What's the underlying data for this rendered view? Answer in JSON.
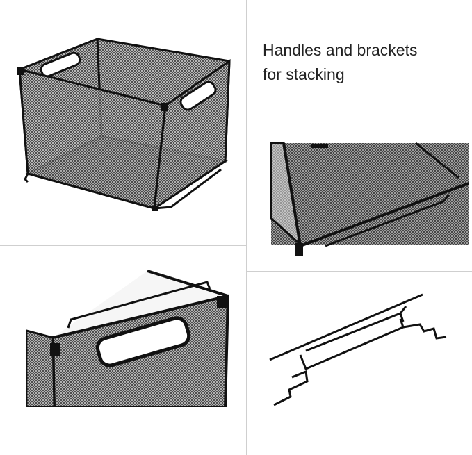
{
  "caption": {
    "line1": "Handles and brackets",
    "line2": "for stacking"
  },
  "colors": {
    "metal": "#111111",
    "mesh_fill": "#9a9a9a",
    "mesh_light": "#c9c9c9",
    "divider": "#cfcfcf",
    "background": "#ffffff"
  },
  "panels": [
    {
      "id": "crate-overview",
      "icon": "mesh-crate-icon"
    },
    {
      "id": "caption-text"
    },
    {
      "id": "stacking-bracket-closeup",
      "icon": "bracket-closeup-icon"
    },
    {
      "id": "handle-closeup",
      "icon": "handle-closeup-icon"
    },
    {
      "id": "bracket-diagram",
      "icon": "bracket-line-icon"
    }
  ]
}
